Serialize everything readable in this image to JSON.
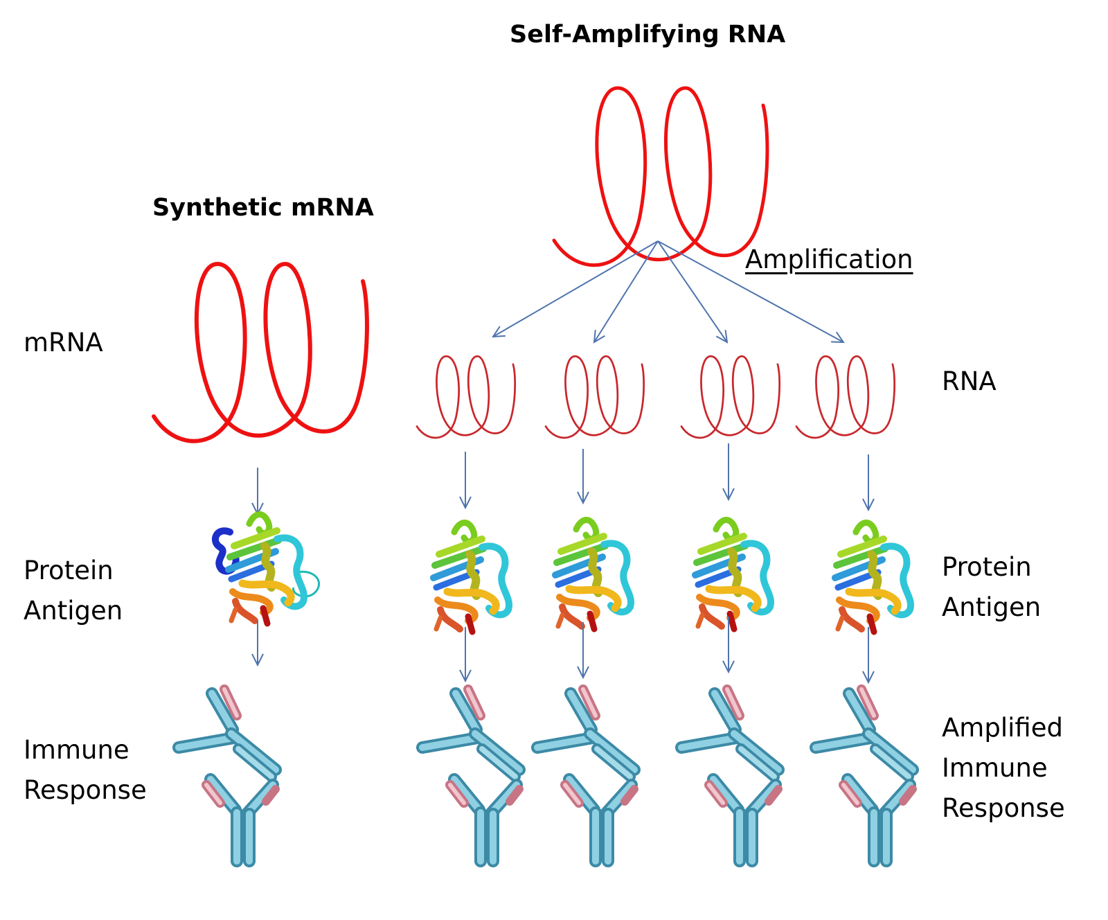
{
  "titles": {
    "synthetic": "Synthetic mRNA",
    "self_amplifying": "Self-Amplifying RNA"
  },
  "annotations": {
    "amplification": "Amplification"
  },
  "left_labels": {
    "mrna": "mRNA",
    "protein_line1": "Protein",
    "protein_line2": "Antigen",
    "immune_line1": "Immune",
    "immune_line2": "Response"
  },
  "right_labels": {
    "rna": "RNA",
    "protein_line1": "Protein",
    "protein_line2": "Antigen",
    "immune_line1": "Amplified",
    "immune_line2": "Immune",
    "immune_line3": "Response"
  },
  "colors": {
    "rna_bold": "#ee1111",
    "rna_thin": "#c8282d",
    "arrow": "#4f74ad",
    "antibody": "#6fb7cf",
    "antibody_dark": "#3c8aa6",
    "antibody_tip": "#d98a9a"
  },
  "icons": {
    "rna": "rna-coil-icon",
    "protein": "protein-ribbon-icon",
    "antibody": "antibody-icon"
  }
}
